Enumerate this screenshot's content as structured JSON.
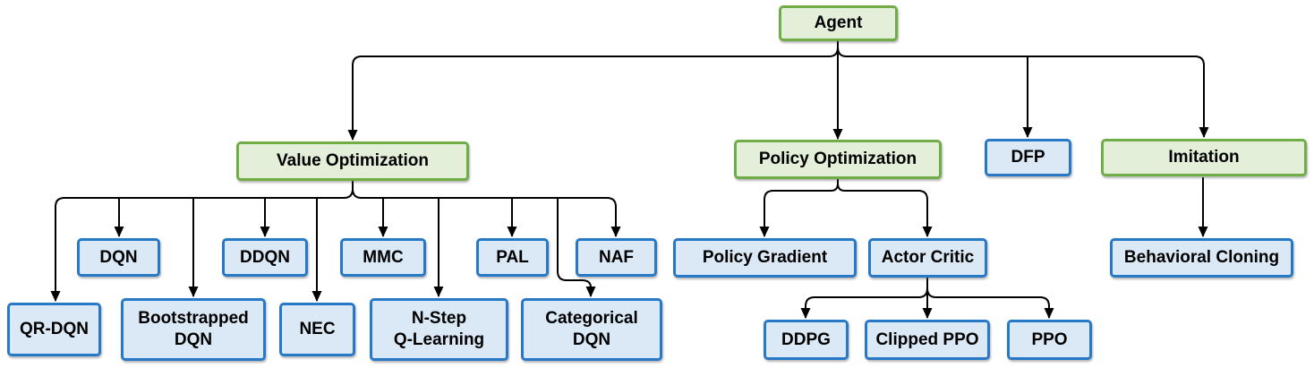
{
  "diagram": {
    "nodes": {
      "agent": {
        "label": "Agent",
        "category": "green"
      },
      "value_optimization": {
        "label": "Value Optimization",
        "category": "green"
      },
      "policy_optimization": {
        "label": "Policy Optimization",
        "category": "green"
      },
      "dfp": {
        "label": "DFP",
        "category": "blue"
      },
      "imitation": {
        "label": "Imitation",
        "category": "green"
      },
      "dqn": {
        "label": "DQN",
        "category": "blue"
      },
      "ddqn": {
        "label": "DDQN",
        "category": "blue"
      },
      "mmc": {
        "label": "MMC",
        "category": "blue"
      },
      "pal": {
        "label": "PAL",
        "category": "blue"
      },
      "naf": {
        "label": "NAF",
        "category": "blue"
      },
      "qr_dqn": {
        "label": "QR-DQN",
        "category": "blue"
      },
      "bootstrapped_dqn": {
        "label": "Bootstrapped\nDQN",
        "category": "blue"
      },
      "nec": {
        "label": "NEC",
        "category": "blue"
      },
      "n_step_q_learning": {
        "label": "N-Step\nQ-Learning",
        "category": "blue"
      },
      "categorical_dqn": {
        "label": "Categorical\nDQN",
        "category": "blue"
      },
      "policy_gradient": {
        "label": "Policy Gradient",
        "category": "blue"
      },
      "actor_critic": {
        "label": "Actor Critic",
        "category": "blue"
      },
      "behavioral_cloning": {
        "label": "Behavioral Cloning",
        "category": "blue"
      },
      "ddpg": {
        "label": "DDPG",
        "category": "blue"
      },
      "clipped_ppo": {
        "label": "Clipped PPO",
        "category": "blue"
      },
      "ppo": {
        "label": "PPO",
        "category": "blue"
      }
    },
    "edges": [
      {
        "from": "agent",
        "to": "value_optimization"
      },
      {
        "from": "agent",
        "to": "policy_optimization"
      },
      {
        "from": "agent",
        "to": "dfp"
      },
      {
        "from": "agent",
        "to": "imitation"
      },
      {
        "from": "value_optimization",
        "to": "qr_dqn"
      },
      {
        "from": "value_optimization",
        "to": "dqn"
      },
      {
        "from": "value_optimization",
        "to": "bootstrapped_dqn"
      },
      {
        "from": "value_optimization",
        "to": "ddqn"
      },
      {
        "from": "value_optimization",
        "to": "nec"
      },
      {
        "from": "value_optimization",
        "to": "mmc"
      },
      {
        "from": "value_optimization",
        "to": "n_step_q_learning"
      },
      {
        "from": "value_optimization",
        "to": "pal"
      },
      {
        "from": "value_optimization",
        "to": "categorical_dqn"
      },
      {
        "from": "value_optimization",
        "to": "naf"
      },
      {
        "from": "policy_optimization",
        "to": "policy_gradient"
      },
      {
        "from": "policy_optimization",
        "to": "actor_critic"
      },
      {
        "from": "actor_critic",
        "to": "ddpg"
      },
      {
        "from": "actor_critic",
        "to": "clipped_ppo"
      },
      {
        "from": "actor_critic",
        "to": "ppo"
      },
      {
        "from": "imitation",
        "to": "behavioral_cloning"
      }
    ],
    "colors": {
      "green_border": "#70ad47",
      "green_fill": "#e3efd9",
      "blue_border": "#2878c8",
      "blue_fill": "#dbe9f6",
      "connector": "#000000"
    }
  }
}
